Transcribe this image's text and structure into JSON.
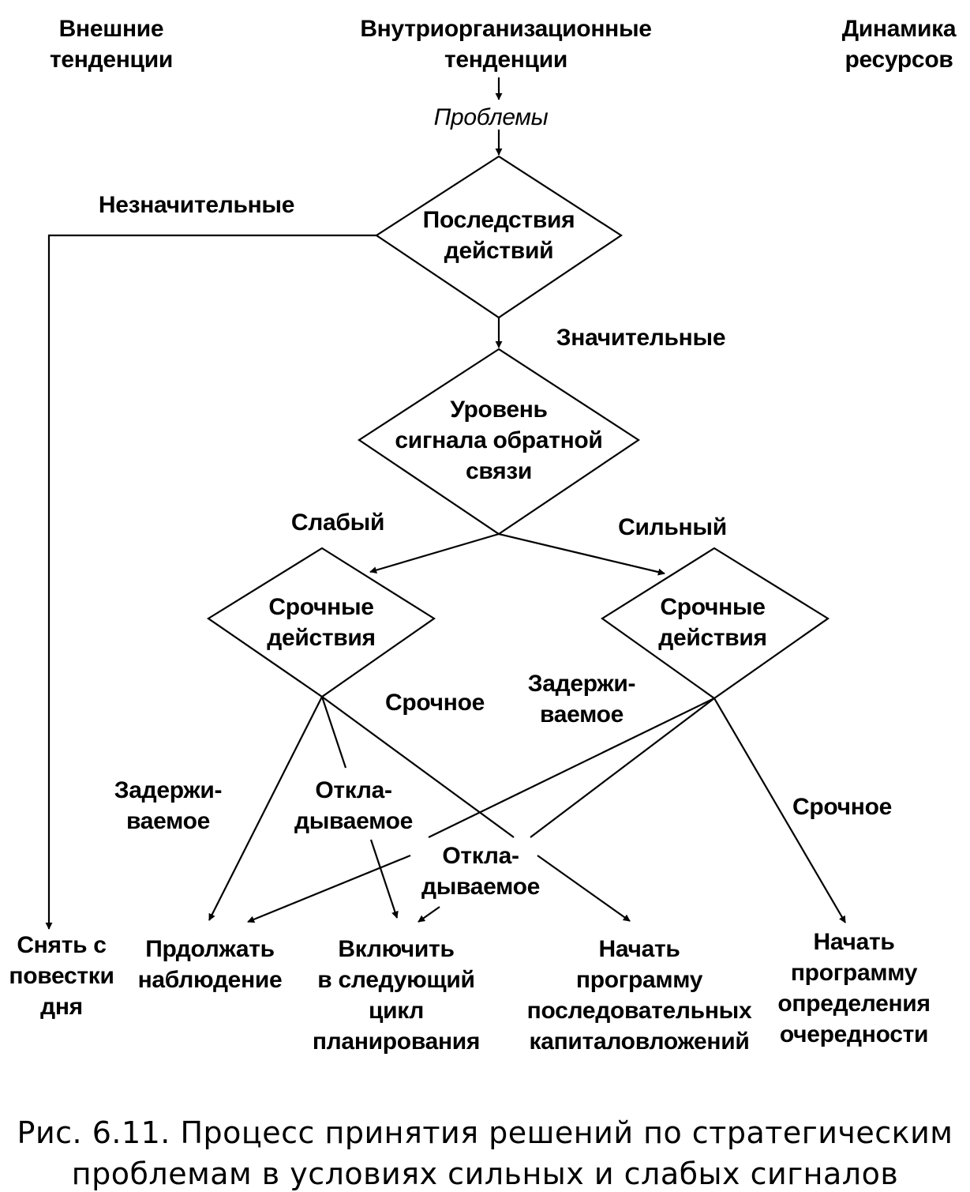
{
  "top": {
    "external": "Внешние\nтенденции",
    "internal": "Внутриорганизационные\nтенденции",
    "resources": "Динамика\nресурсов"
  },
  "problems": "Проблемы",
  "decisions": {
    "consequences": "Последствия\nдействий",
    "signal_level": "Уровень\nсигнала обратной\nсвязи",
    "urgent_left": "Срочные\nдействия",
    "urgent_right": "Срочные\nдействия"
  },
  "branches": {
    "insignificant": "Незначительные",
    "significant": "Значительные",
    "weak": "Слабый",
    "strong": "Сильный",
    "urgent_mid": "Срочное",
    "delayed_right": "Задержи-\nваемое",
    "delayed_left": "Задержи-\nваемое",
    "postponed_left": "Откла-\nдываемое",
    "postponed_mid": "Откла-\nдываемое",
    "urgent_right": "Срочное"
  },
  "outcomes": {
    "remove": "Снять с\nповестки\nдня",
    "monitor": "Прдолжать\nнаблюдение",
    "include": "Включить\nв следующий\nцикл\nпланирования",
    "sequential": "Начать\nпрограмму\nпоследовательных\nкапиталовложений",
    "priority": "Начать\nпрограмму\nопределения\nочередности"
  },
  "caption": "Рис. 6.11. Процесс принятия решений по стратегическим\nпроблемам в условиях сильных и слабых сигналов",
  "colors": {
    "ink": "#000000",
    "background": "#ffffff"
  }
}
